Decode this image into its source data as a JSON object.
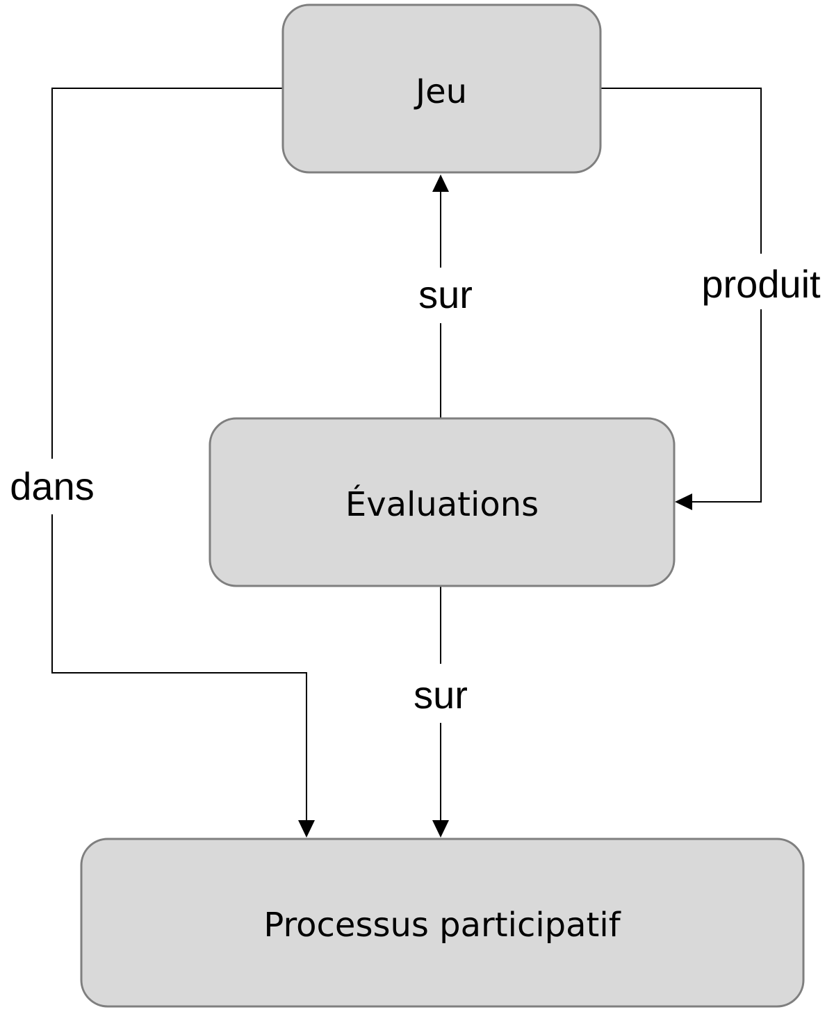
{
  "nodes": {
    "jeu": {
      "label": "Jeu"
    },
    "evaluations": {
      "label": "Évaluations"
    },
    "processus": {
      "label": "Processus participatif"
    }
  },
  "edges": {
    "evaluations_to_jeu": {
      "label": "sur"
    },
    "jeu_to_evaluations": {
      "label": "produit"
    },
    "jeu_to_processus": {
      "label": "dans"
    },
    "evaluations_to_processus": {
      "label": "sur"
    }
  }
}
